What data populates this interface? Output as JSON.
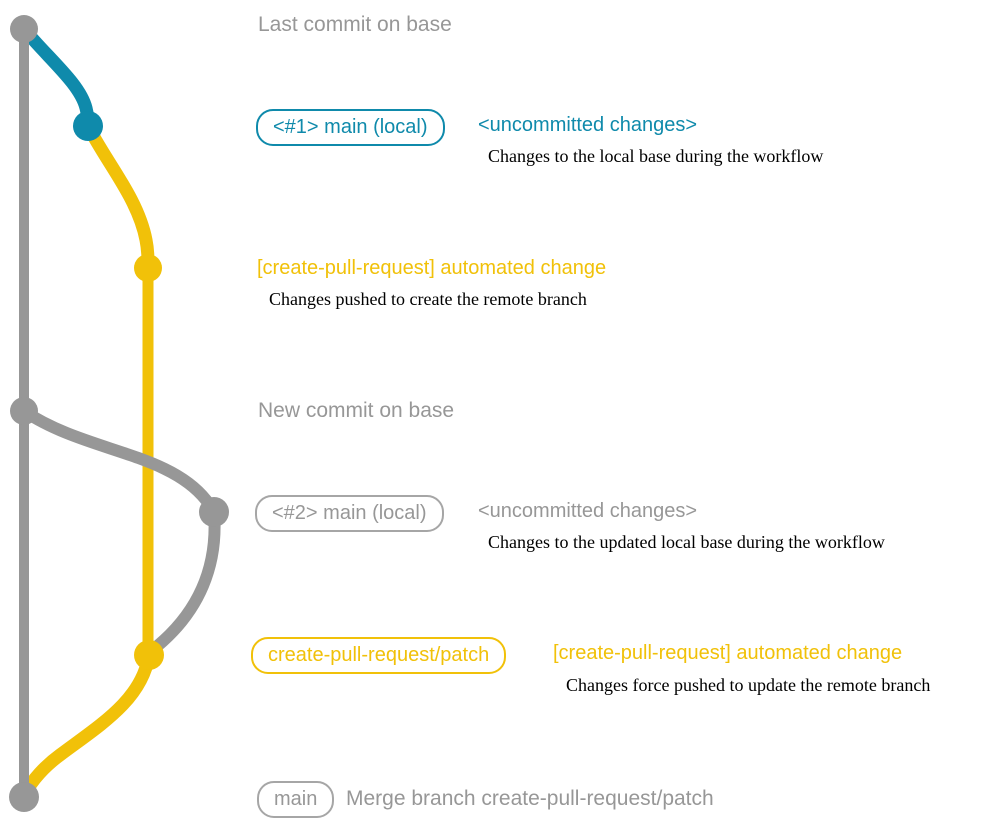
{
  "colors": {
    "gray": "#979797",
    "blue": "#0f8aab",
    "yellow": "#f1c109",
    "detail": "#000000",
    "background": "#ffffff"
  },
  "graph": {
    "branches": [
      {
        "id": "base",
        "color": "#979797"
      },
      {
        "id": "main-local",
        "color": "#0f8aab"
      },
      {
        "id": "create-pull-request-patch",
        "color": "#f1c109"
      }
    ],
    "commits": [
      {
        "id": "last-commit-on-base",
        "color": "#979797"
      },
      {
        "id": "uncommitted-changes-1",
        "color": "#0f8aab"
      },
      {
        "id": "automated-change-1",
        "color": "#f1c109"
      },
      {
        "id": "new-commit-on-base",
        "color": "#979797"
      },
      {
        "id": "uncommitted-changes-2",
        "color": "#979797"
      },
      {
        "id": "automated-change-2",
        "color": "#f1c109"
      },
      {
        "id": "merge-commit",
        "color": "#979797"
      }
    ]
  },
  "rows": {
    "last_commit": {
      "label": "Last commit on base"
    },
    "workflow1": {
      "tag": "<#1> main (local)",
      "note": "<uncommitted changes>",
      "detail": "Changes to the local base during the workflow"
    },
    "push1": {
      "message": "[create-pull-request] automated change",
      "detail": "Changes pushed to create the remote branch"
    },
    "new_commit": {
      "label": "New commit on base"
    },
    "workflow2": {
      "tag": "<#2> main (local)",
      "note": "<uncommitted changes>",
      "detail": "Changes to the updated local base during the workflow"
    },
    "push2": {
      "tag": "create-pull-request/patch",
      "message": "[create-pull-request] automated change",
      "detail": "Changes force pushed to update the remote branch"
    },
    "merge": {
      "tag": "main",
      "message": "Merge branch create-pull-request/patch"
    }
  }
}
